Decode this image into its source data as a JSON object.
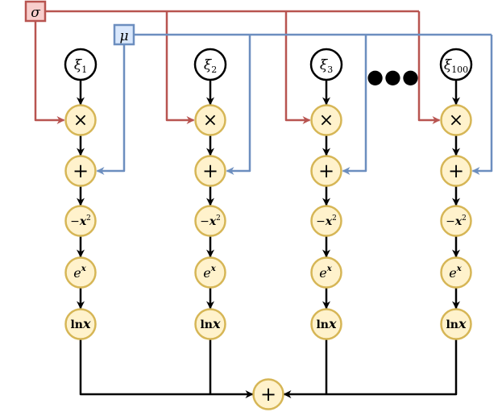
{
  "params": {
    "sigma": {
      "label": "σ",
      "fill": "#f8cecc",
      "stroke": "#b85450"
    },
    "mu": {
      "label": "μ",
      "fill": "#dae8fc",
      "stroke": "#6c8ebf"
    }
  },
  "columns": [
    {
      "xi_sub": "1"
    },
    {
      "xi_sub": "2"
    },
    {
      "xi_sub": "3"
    },
    {
      "xi_sub": "100"
    }
  ],
  "xi_symbol": "ξ",
  "ellipsis": "●●●",
  "ops": {
    "times": "×",
    "plus": "+",
    "neg_sq_sign": "−",
    "neg_sq_var": "x",
    "neg_sq_exp": "2",
    "exp_base": "e",
    "exp_sup": "x",
    "ln_fn": "ln",
    "ln_var": "x"
  },
  "final_sum": "+",
  "colors": {
    "op_fill": "#fff2cc",
    "op_stroke": "#d6b656",
    "arrow": "#000000",
    "sigma_line": "#b85450",
    "mu_line": "#6c8ebf"
  }
}
